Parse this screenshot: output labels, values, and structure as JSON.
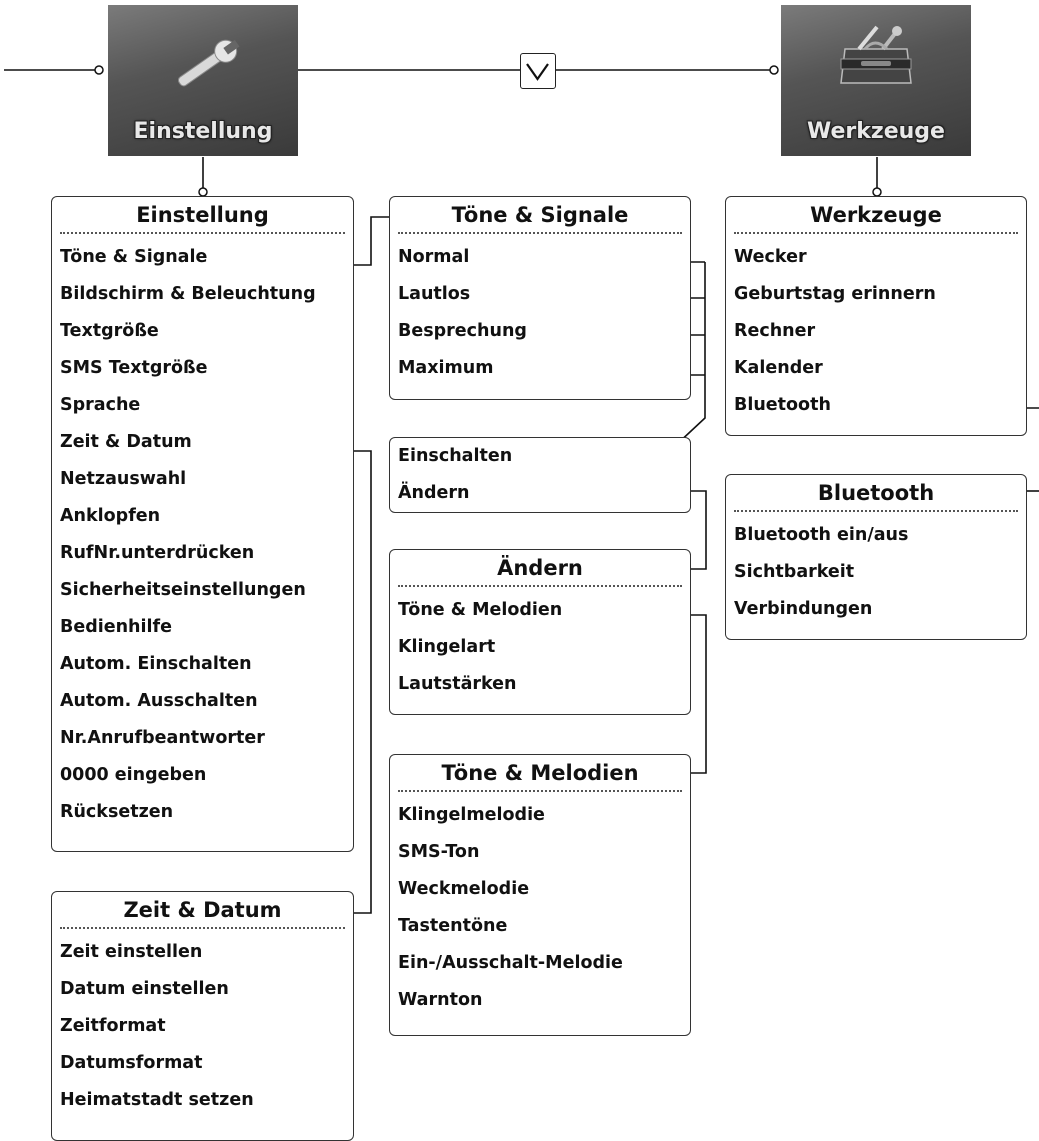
{
  "tiles": {
    "einstellung": {
      "label": "Einstellung",
      "icon": "wrench-icon"
    },
    "werkzeuge": {
      "label": "Werkzeuge",
      "icon": "toolbox-icon"
    }
  },
  "toggle_icon": "chevron-down-icon",
  "menus": {
    "einstellung": {
      "title": "Einstellung",
      "items": [
        "Töne & Signale",
        "Bildschirm & Beleuchtung",
        "Textgröße",
        "SMS Textgröße",
        "Sprache",
        "Zeit & Datum",
        "Netzauswahl",
        "Anklopfen",
        "RufNr.unterdrücken",
        "Sicherheitseinstellungen",
        "Bedienhilfe",
        "Autom. Einschalten",
        "Autom. Ausschalten",
        "Nr.Anrufbeantworter",
        "0000 eingeben",
        "Rücksetzen"
      ]
    },
    "zeit_datum": {
      "title": "Zeit & Datum",
      "items": [
        "Zeit einstellen",
        "Datum einstellen",
        "Zeitformat",
        "Datumsformat",
        "Heimatstadt setzen"
      ]
    },
    "toene_signale": {
      "title": "Töne & Signale",
      "items": [
        "Normal",
        "Lautlos",
        "Besprechung",
        "Maximum"
      ]
    },
    "profil_optionen": {
      "items": [
        "Einschalten",
        "Ändern"
      ]
    },
    "aendern": {
      "title": "Ändern",
      "items": [
        "Töne & Melodien",
        "Klingelart",
        "Lautstärken"
      ]
    },
    "toene_melodien": {
      "title": "Töne & Melodien",
      "items": [
        "Klingelmelodie",
        "SMS-Ton",
        "Weckmelodie",
        "Tastentöne",
        "Ein-/Ausschalt-Melodie",
        "Warnton"
      ]
    },
    "werkzeuge": {
      "title": "Werkzeuge",
      "items": [
        "Wecker",
        "Geburtstag erinnern",
        "Rechner",
        "Kalender",
        "Bluetooth"
      ]
    },
    "bluetooth": {
      "title": "Bluetooth",
      "items": [
        "Bluetooth ein/aus",
        "Sichtbarkeit",
        "Verbindungen"
      ]
    }
  }
}
